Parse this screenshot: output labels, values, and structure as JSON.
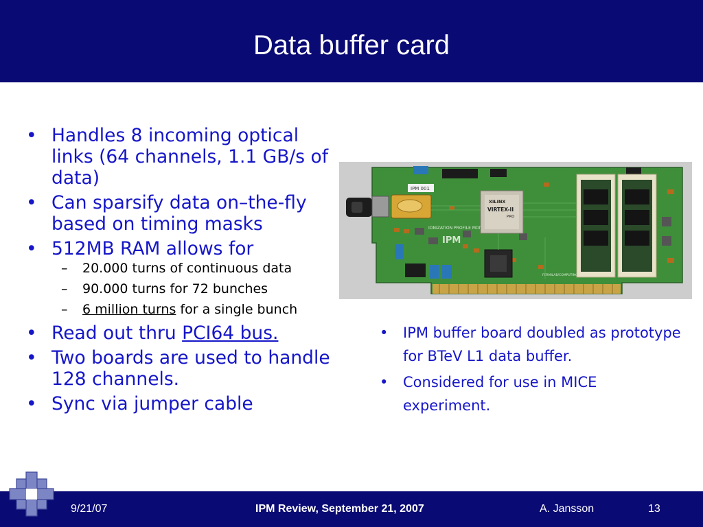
{
  "slide": {
    "title": "Data buffer card"
  },
  "left_bullets": {
    "b1": "Handles 8 incoming optical links (64 channels, 1.1 GB/s of data)",
    "b2": "Can sparsify data on–the-fly based on timing masks",
    "b3": "512MB RAM allows for",
    "sub1": "20.000 turns of continuous data",
    "sub2": "90.000 turns for 72 bunches",
    "sub3_link": "6 million turns",
    "sub3_rest": " for a single bunch",
    "b4_text": "Read out thru ",
    "b4_link": "PCI64 bus.",
    "b5": "Two boards are used to handle 128 channels.",
    "b6": "Sync via jumper cable",
    "bullet": "•",
    "dash": "–"
  },
  "right_bullets": {
    "r1": "IPM buffer board doubled as prototype for BTeV L1 data buffer.",
    "r2": "Considered for use in MICE experiment."
  },
  "photo": {
    "label_ipm": "IPM 001",
    "chip_brand": "XILINX",
    "chip_name": "VIRTEX-II",
    "chip_sub": "PRO",
    "board_caption": "IONIZATION PROFILE MONITOR",
    "board_logo": "IPM",
    "board_fine": "FERMILAB/COMPUTING DIVISION/CEPA/ESE"
  },
  "footer": {
    "date": "9/21/07",
    "center": "IPM Review, September 21, 2007",
    "author": "A. Jansson",
    "page": "13"
  },
  "colors": {
    "title_bg": "#0a0a74",
    "text_blue": "#1616c8",
    "board_green": "#3f8f3a"
  }
}
